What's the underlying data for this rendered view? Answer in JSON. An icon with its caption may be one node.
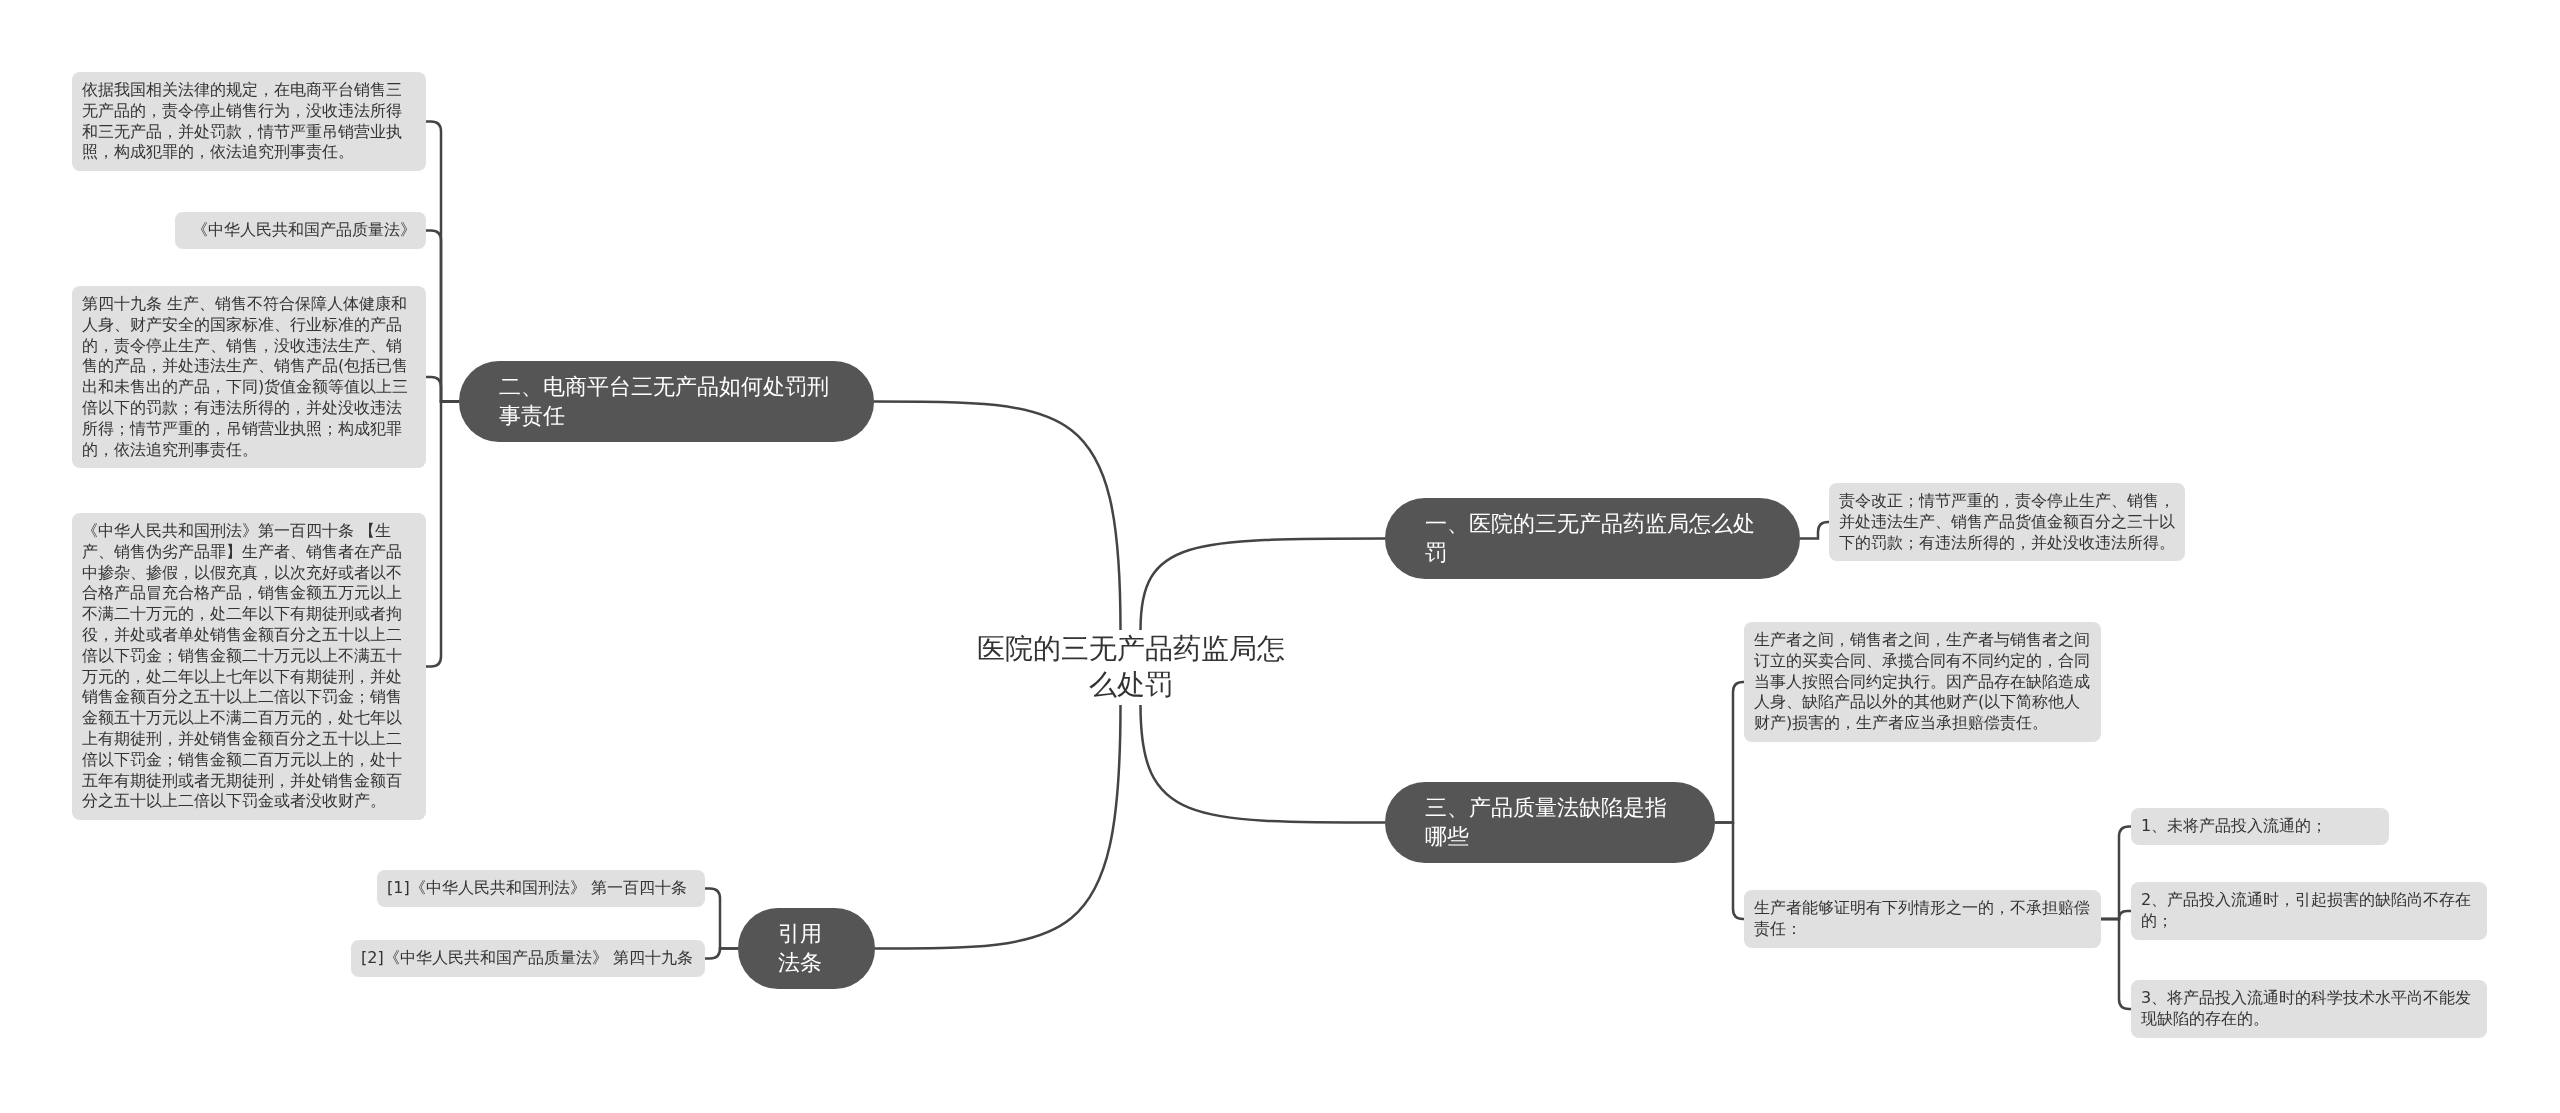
{
  "diagram": {
    "nodes": [
      {
        "text": [
          "医院的三无产品药监局怎么处罚"
        ]
      },
      {
        "text": [
          "一、医院的三无产品药监局怎么处罚"
        ]
      },
      {
        "text": [
          "责令改正；情节严重的，责令停止生产、销售，并处违法生产、销售产品货值金额百分之三十以下的罚款；有违法所得的，并处没收违法所得。"
        ]
      },
      {
        "text": [
          "三、产品质量法缺陷是指哪些"
        ]
      },
      {
        "text": [
          "生产者之间，销售者之间，生产者与销售者之间订立的买卖合同、承揽合同有不同约定的，合同当事人按照合同约定执行。因产品存在缺陷造成人身、缺陷产品以外的其他财产(以下简称他人财产)损害的，生产者应当承担赔偿责任。"
        ]
      },
      {
        "text": [
          "生产者能够证明有下列情形之一的，不承担赔偿责任："
        ]
      },
      {
        "text": [
          "1、未将产品投入流通的；"
        ]
      },
      {
        "text": [
          "2、产品投入流通时，引起损害的缺陷尚不存在的；"
        ]
      },
      {
        "text": [
          "3、将产品投入流通时的科学技术水平尚不能发现缺陷的存在的。"
        ]
      },
      {
        "text": [
          "二、电商平台三无产品如何处罚刑事责任"
        ]
      },
      {
        "text": [
          "依据我国相关法律的规定，在电商平台销售三无产品的，责令停止销售行为，没收违法所得和三无产品，并处罚款，情节严重吊销营业执照，构成犯罪的，依法追究刑事责任。"
        ]
      },
      {
        "text": [
          "《中华人民共和国产品质量法》"
        ]
      },
      {
        "text": [
          "第四十九条  生产、销售不符合保障人体健康和人身、财产安全的国家标准、行业标准的产品的，责令停止生产、销售，没收违法生产、销售的产品，并处违法生产、销售产品(包括已售出和未售出的产品，下同)货值金额等值以上三倍以下的罚款；有违法所得的，并处没收违法所得；情节严重的，吊销营业执照；构成犯罪的，依法追究刑事责任。"
        ]
      },
      {
        "text": [
          "《中华人民共和国刑法》第一百四十条 【生产、销售伪劣产品罪】生产者、销售者在产品中掺杂、掺假，以假充真，以次充好或者以不合格产品冒充合格产品，销售金额五万元以上不满二十万元的，处二年以下有期徒刑或者拘役，并处或者单处销售金额百分之五十以上二倍以下罚金；销售金额二十万元以上不满五十万元的，处二年以上七年以下有期徒刑，并处销售金额百分之五十以上二倍以下罚金；销售金额五十万元以上不满二百万元的，处七年以上有期徒刑，并处销售金额百分之五十以上二倍以下罚金；销售金额二百万元以上的，处十五年有期徒刑或者无期徒刑，并处销售金额百分之五十以上二倍以下罚金或者没收财产。"
        ]
      },
      {
        "text": [
          "引用法条"
        ]
      },
      {
        "text": [
          "[1]《中华人民共和国刑法》 第一百四十条"
        ]
      },
      {
        "text": [
          "[2]《中华人民共和国产品质量法》 第四十九条"
        ]
      }
    ],
    "edges": [
      {
        "from": 0,
        "to": 1,
        "arrow": "none"
      },
      {
        "from": 1,
        "to": 2,
        "arrow": "none"
      },
      {
        "from": 0,
        "to": 3,
        "arrow": "none"
      },
      {
        "from": 3,
        "to": 4,
        "arrow": "none"
      },
      {
        "from": 3,
        "to": 5,
        "arrow": "none"
      },
      {
        "from": 5,
        "to": 6,
        "arrow": "none"
      },
      {
        "from": 5,
        "to": 7,
        "arrow": "none"
      },
      {
        "from": 5,
        "to": 8,
        "arrow": "none"
      },
      {
        "from": 0,
        "to": 9,
        "arrow": "none"
      },
      {
        "from": 9,
        "to": 10,
        "arrow": "none"
      },
      {
        "from": 9,
        "to": 11,
        "arrow": "none"
      },
      {
        "from": 9,
        "to": 12,
        "arrow": "none"
      },
      {
        "from": 9,
        "to": 13,
        "arrow": "none"
      },
      {
        "from": 0,
        "to": 14,
        "arrow": "none"
      },
      {
        "from": 14,
        "to": 15,
        "arrow": "none"
      },
      {
        "from": 14,
        "to": 16,
        "arrow": "none"
      }
    ]
  }
}
